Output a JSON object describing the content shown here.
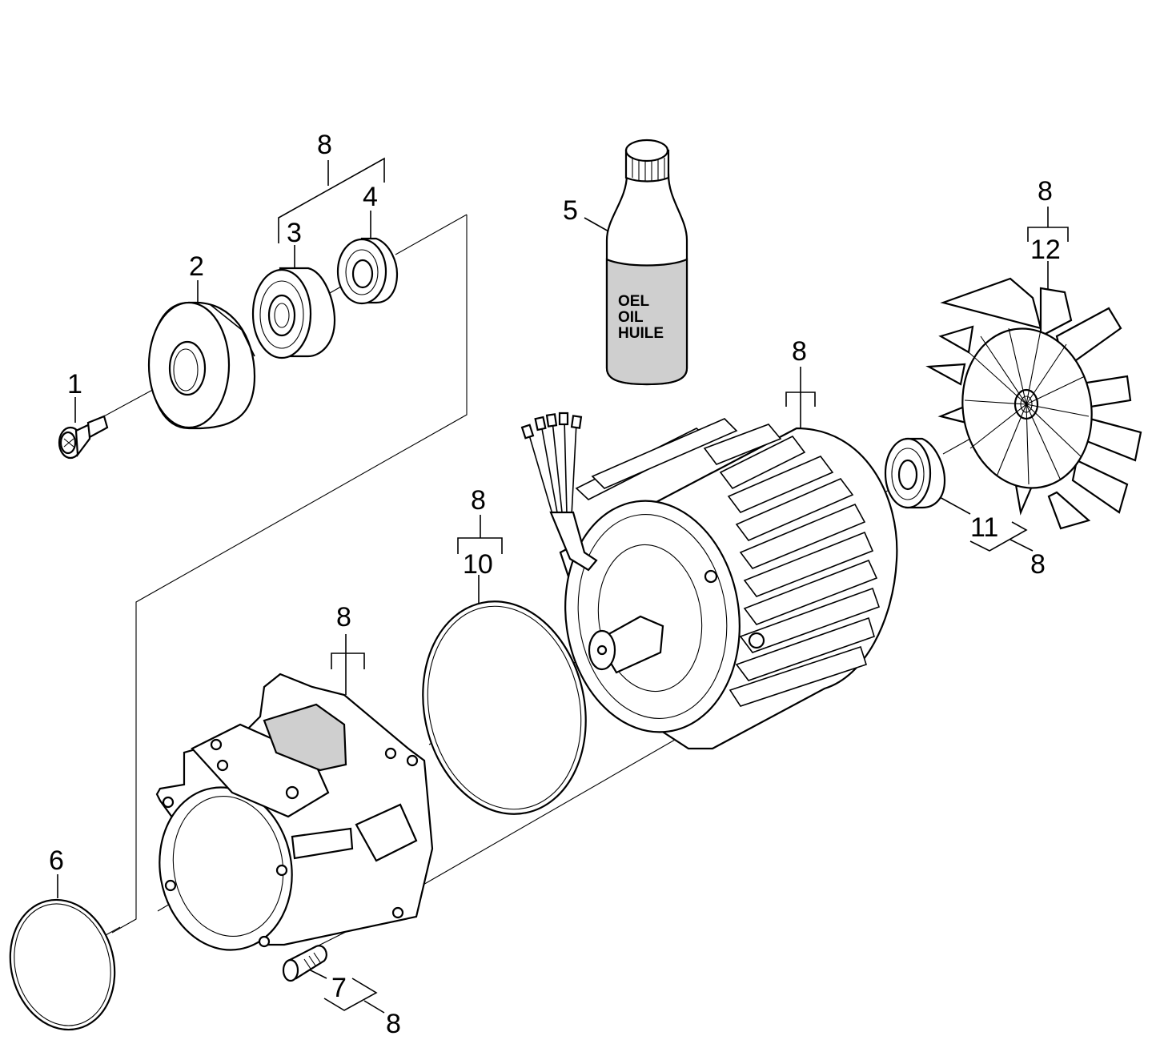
{
  "callouts": [
    {
      "id": "c1",
      "text": "1"
    },
    {
      "id": "c2",
      "text": "2"
    },
    {
      "id": "c3",
      "text": "3"
    },
    {
      "id": "c4",
      "text": "4"
    },
    {
      "id": "c5",
      "text": "5"
    },
    {
      "id": "c6",
      "text": "6"
    },
    {
      "id": "c7",
      "text": "7"
    },
    {
      "id": "c8a",
      "text": "8"
    },
    {
      "id": "c8b",
      "text": "8"
    },
    {
      "id": "c8c",
      "text": "8"
    },
    {
      "id": "c8d",
      "text": "8"
    },
    {
      "id": "c8e",
      "text": "8"
    },
    {
      "id": "c8f",
      "text": "8"
    },
    {
      "id": "c8g",
      "text": "8"
    },
    {
      "id": "c10",
      "text": "10"
    },
    {
      "id": "c11",
      "text": "11"
    },
    {
      "id": "c12",
      "text": "12"
    }
  ],
  "oil_bottle": {
    "label_lines": [
      "OEL",
      "OIL",
      "HUILE"
    ]
  }
}
